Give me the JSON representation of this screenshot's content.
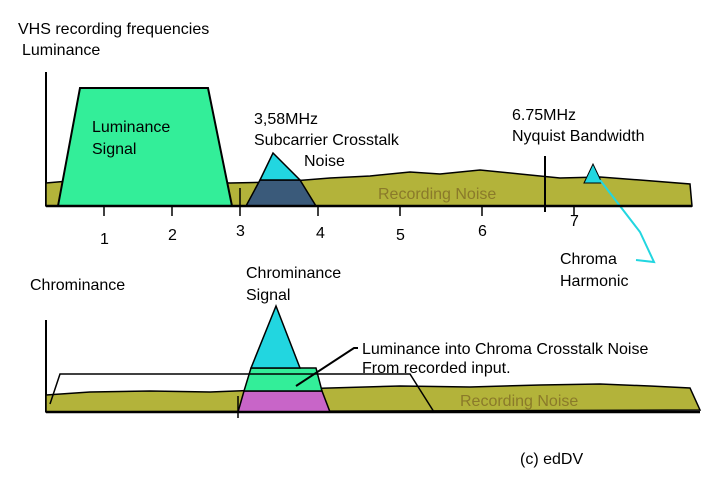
{
  "title": "VHS recording frequencies",
  "luminance_panel": {
    "heading": "Luminance",
    "luminance_signal": [
      "Luminance",
      "Signal"
    ],
    "subcarrier": [
      "3,58MHz",
      "Subcarrier Crosstalk",
      "Noise"
    ],
    "nyquist": [
      "6.75MHz",
      "Nyquist Bandwidth"
    ],
    "recording_noise": "Recording Noise",
    "ticks": [
      "1",
      "2",
      "3",
      "4",
      "5",
      "6",
      "7"
    ],
    "chroma_harmonic": [
      "Chroma",
      "Harmonic"
    ]
  },
  "chrominance_panel": {
    "heading": "Chrominance",
    "chrominance_signal": [
      "Chrominance",
      "Signal"
    ],
    "crosstalk": [
      "Luminance into Chroma Crosstalk Noise",
      "From recorded input."
    ],
    "recording_noise": "Recording Noise"
  },
  "copyright": "(c) edDV",
  "colors": {
    "luminance_fill": "#33ee99",
    "noise_fill": "#b3b33a",
    "cyan_fill": "#22d6e0",
    "dark_fill": "#3a5a7a",
    "magenta_fill": "#c865c8",
    "green_fill": "#33ee99",
    "harmonic_line": "#22d6e0"
  }
}
